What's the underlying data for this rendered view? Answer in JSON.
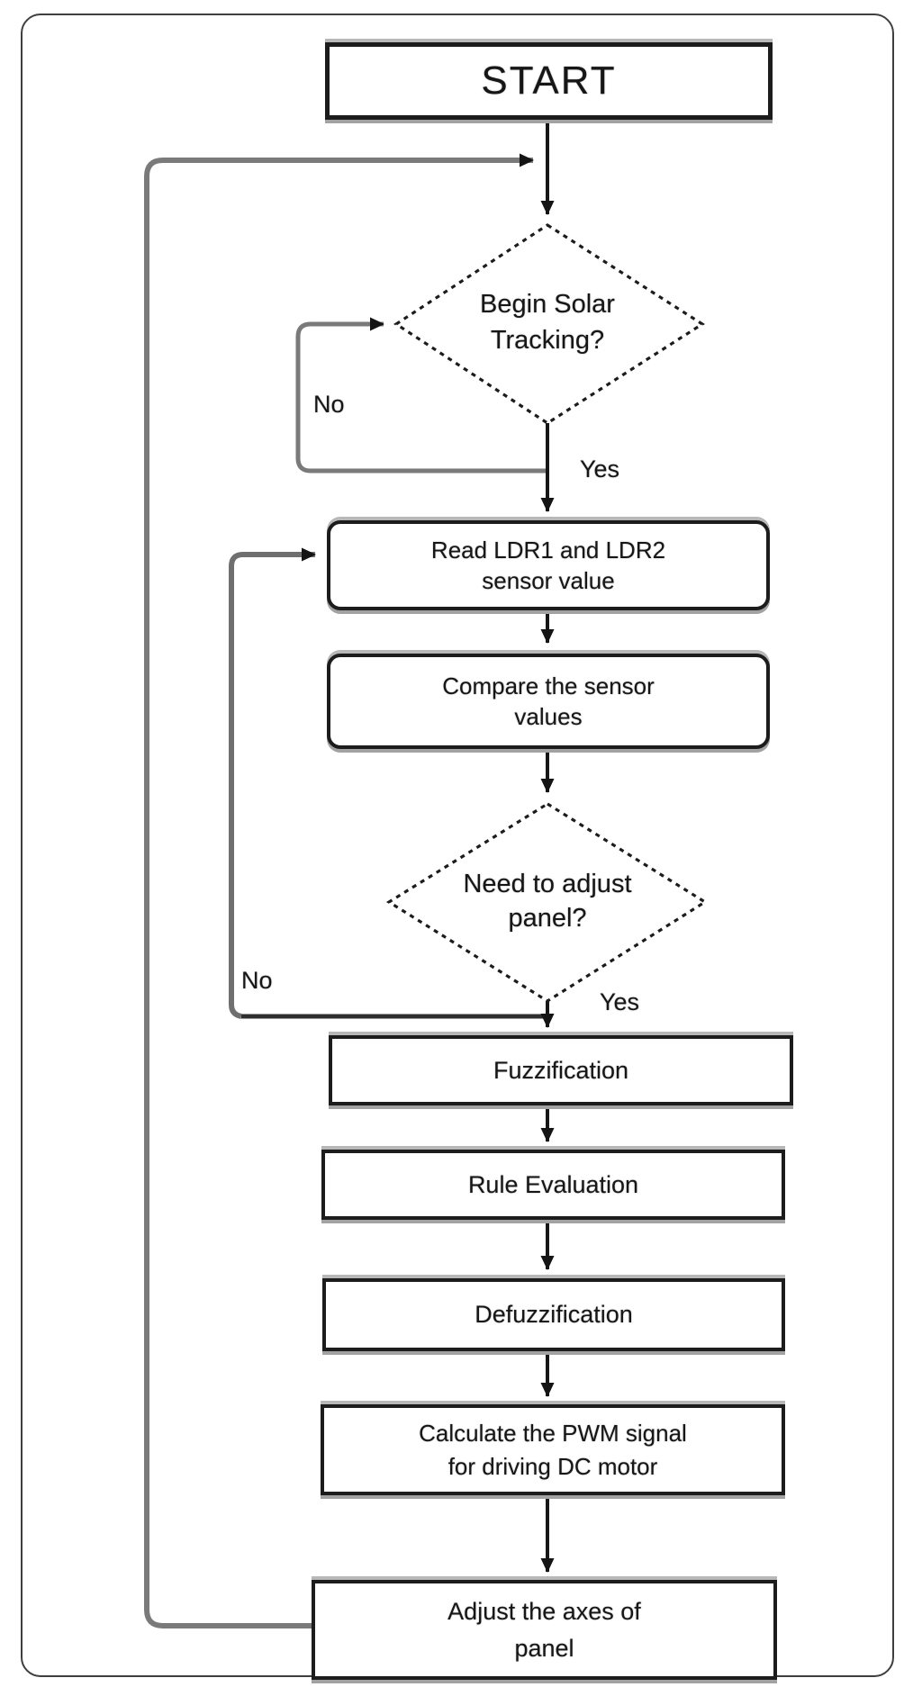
{
  "diagram": {
    "type": "flowchart",
    "nodes": {
      "start": {
        "shape": "rectangle",
        "label": "START"
      },
      "begin_tracking": {
        "shape": "decision-diamond",
        "line1": "Begin Solar",
        "line2": "Tracking?"
      },
      "read_ldr": {
        "shape": "rounded-rectangle",
        "line1": "Read LDR1 and LDR2",
        "line2": "sensor value"
      },
      "compare": {
        "shape": "rounded-rectangle",
        "line1": "Compare the sensor",
        "line2": "values"
      },
      "need_adjust": {
        "shape": "decision-diamond",
        "line1": "Need to adjust",
        "line2": "panel?"
      },
      "fuzzification": {
        "shape": "rectangle",
        "label": "Fuzzification"
      },
      "rule_evaluation": {
        "shape": "rectangle",
        "label": "Rule Evaluation"
      },
      "defuzzification": {
        "shape": "rectangle",
        "label": "Defuzzification"
      },
      "calculate_pwm": {
        "shape": "rectangle",
        "line1": "Calculate the PWM signal",
        "line2": "for driving DC motor"
      },
      "adjust_axes": {
        "shape": "rectangle",
        "line1": "Adjust the axes of",
        "line2": "panel"
      }
    },
    "edge_labels": {
      "begin_yes": "Yes",
      "begin_no": "No",
      "adjust_yes": "Yes",
      "adjust_no": "No"
    },
    "edges": [
      {
        "from": "START",
        "to": "Begin Solar Tracking?"
      },
      {
        "from": "Begin Solar Tracking?",
        "to": "Begin Solar Tracking?",
        "label": "No"
      },
      {
        "from": "Begin Solar Tracking?",
        "to": "Read LDR1 and LDR2 sensor value",
        "label": "Yes"
      },
      {
        "from": "Read LDR1 and LDR2 sensor value",
        "to": "Compare the sensor values"
      },
      {
        "from": "Compare the sensor values",
        "to": "Need to adjust panel?"
      },
      {
        "from": "Need to adjust panel?",
        "to": "Read LDR1 and LDR2 sensor value",
        "label": "No"
      },
      {
        "from": "Need to adjust panel?",
        "to": "Fuzzification",
        "label": "Yes"
      },
      {
        "from": "Fuzzification",
        "to": "Rule Evaluation"
      },
      {
        "from": "Rule Evaluation",
        "to": "Defuzzification"
      },
      {
        "from": "Defuzzification",
        "to": "Calculate the PWM signal for driving DC motor"
      },
      {
        "from": "Calculate the PWM signal for driving DC motor",
        "to": "Adjust the axes of panel"
      },
      {
        "from": "Adjust the axes of panel",
        "to": "Begin Solar Tracking?"
      }
    ],
    "colors": {
      "background": "#ffffff",
      "box_border": "#1c1c1c",
      "main_arrow": "#161616",
      "loop_line_gray": "#7a7a7a",
      "shadow_gray": "#b8b8b8",
      "outer_frame": "#3f3f3f"
    }
  }
}
